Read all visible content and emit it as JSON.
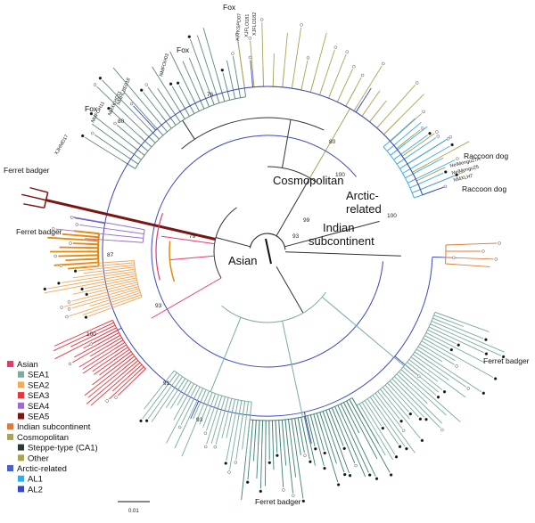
{
  "clade_labels": {
    "asian": "Asian",
    "cosmopolitan": "Cosmopolitan",
    "arctic_line1": "Arctic-",
    "arctic_line2": "related",
    "indian_line1": "Indian",
    "indian_line2": "subcontinent"
  },
  "host_labels": {
    "fox_top": "Fox",
    "fox_mid": "Fox",
    "fox_left": "Fox",
    "ferret_badger_upper_left": "Ferret badger",
    "ferret_badger_left": "Ferret badger",
    "ferret_badger_right": "Ferret badger",
    "ferret_badger_bottom": "Ferret badger",
    "raccoon_dog_top": "Raccoon dog",
    "raccoon_dog_bottom": "Raccoon dog"
  },
  "bootstrap_values": {
    "n76": "76",
    "n80_left": "80",
    "n80_right": "80",
    "n100_cosmo": "100",
    "n99": "99",
    "n93_center": "93",
    "n100_arctic": "100",
    "n79": "79",
    "n87": "87",
    "n93_asian": "93",
    "n100_sea3": "100",
    "n91": "91",
    "n93_sea1": "93"
  },
  "tip_labels": {
    "xjhmd17": "XJHMD17",
    "nmhlbe018": "NMHLBE018",
    "nmxkhd11": "NMXKHD11",
    "nmfoh11": "NMFOH11",
    "nmfoh03": "NMFOH03",
    "xjtkspd07": "XJTKSPD07",
    "xjflo181": "XJFLO181",
    "xjflo182": "XJFLO182",
    "nm1": "NeiMengu27A",
    "nm2": "NeiMengu25",
    "nm3": "NMXLH7"
  },
  "legend": {
    "items": [
      {
        "label": "Asian",
        "color": "#e8396b",
        "indent": false
      },
      {
        "label": "SEA1",
        "color": "#7aaba0",
        "indent": true
      },
      {
        "label": "SEA2",
        "color": "#f3a85a",
        "indent": true
      },
      {
        "label": "SEA3",
        "color": "#e8343d",
        "indent": true
      },
      {
        "label": "SEA4",
        "color": "#9b6fc4",
        "indent": true
      },
      {
        "label": "SEA5",
        "color": "#7a1512",
        "indent": true
      },
      {
        "label": "Indian subcontinent",
        "color": "#e07a3a",
        "indent": false
      },
      {
        "label": "Cosmopolitan",
        "color": "#a8a555",
        "indent": false
      },
      {
        "label": "Steppe-type (CA1)",
        "color": "#2b3a33",
        "indent": true
      },
      {
        "label": "Other",
        "color": "#a8a555",
        "indent": true
      },
      {
        "label": "Arctic-related",
        "color": "#4f5fc4",
        "indent": false
      },
      {
        "label": "AL1",
        "color": "#3fa9e6",
        "indent": true
      },
      {
        "label": "AL2",
        "color": "#3a48c0",
        "indent": true
      }
    ]
  },
  "scale_bar": {
    "label": "0.01"
  },
  "colors": {
    "backbone": "#333333",
    "sea1": "#7aaba0",
    "sea1_dark": "#3f7f76",
    "sea2": "#f3a85a",
    "sea2_dark": "#e8870f",
    "sea3": "#e8343d",
    "sea4": "#9b6fc4",
    "sea5": "#7a1512",
    "asian_pink": "#e8396b",
    "indian": "#e07a3a",
    "cosmo": "#a8a555",
    "steppe": "#5e8a7e",
    "al1": "#3fa9e6",
    "al2": "#3a48c0"
  }
}
